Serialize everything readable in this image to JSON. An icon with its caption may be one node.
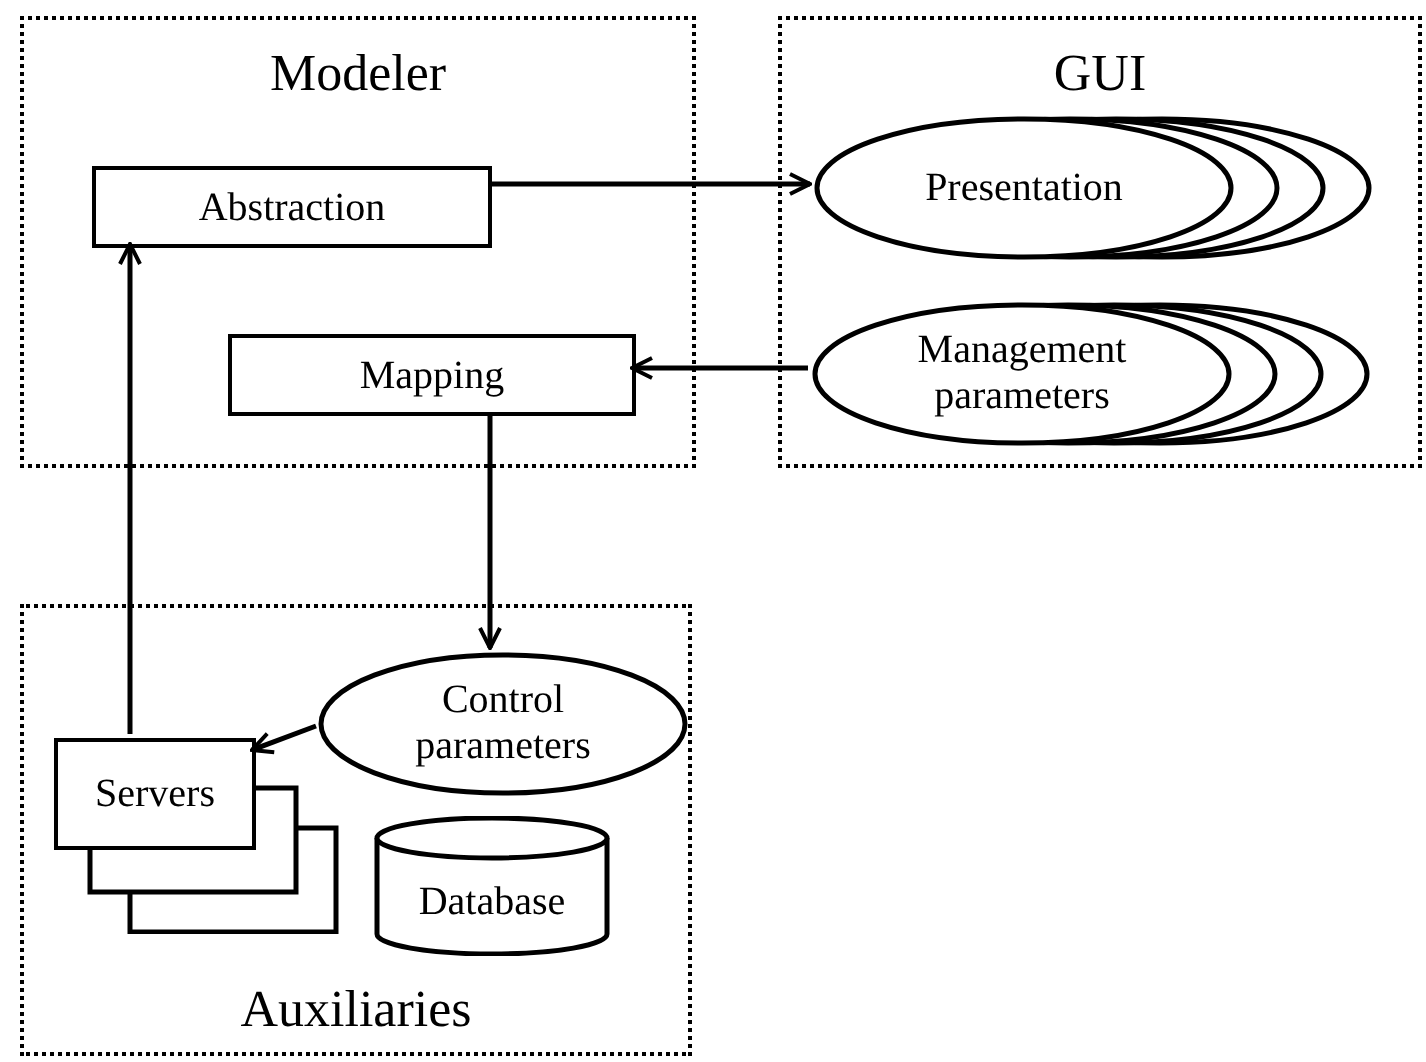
{
  "diagram": {
    "nodes": [
      {
        "text": [
          "Modeler"
        ]
      },
      {
        "text": [
          "Abstraction"
        ],
        "in": 0
      },
      {
        "text": [
          "Mapping"
        ],
        "in": 0
      },
      {
        "text": [
          "GUI"
        ]
      },
      {
        "text": [
          "Presentation"
        ],
        "in": 3
      },
      {
        "text": [
          "Management parameters"
        ],
        "in": 3
      },
      {
        "text": [
          "Auxiliaries"
        ]
      },
      {
        "text": [
          "Control parameters"
        ],
        "in": 6
      },
      {
        "text": [
          "Servers"
        ],
        "in": 6
      },
      {
        "text": [
          "Database"
        ],
        "in": 6
      }
    ],
    "edges": [
      {
        "from": 1,
        "to": 4,
        "arrow": "to"
      },
      {
        "from": 5,
        "to": 2,
        "arrow": "to"
      },
      {
        "from": 2,
        "to": 7,
        "arrow": "to"
      },
      {
        "from": 8,
        "to": 1,
        "arrow": "to"
      },
      {
        "from": 7,
        "to": 8,
        "arrow": "to"
      }
    ]
  }
}
